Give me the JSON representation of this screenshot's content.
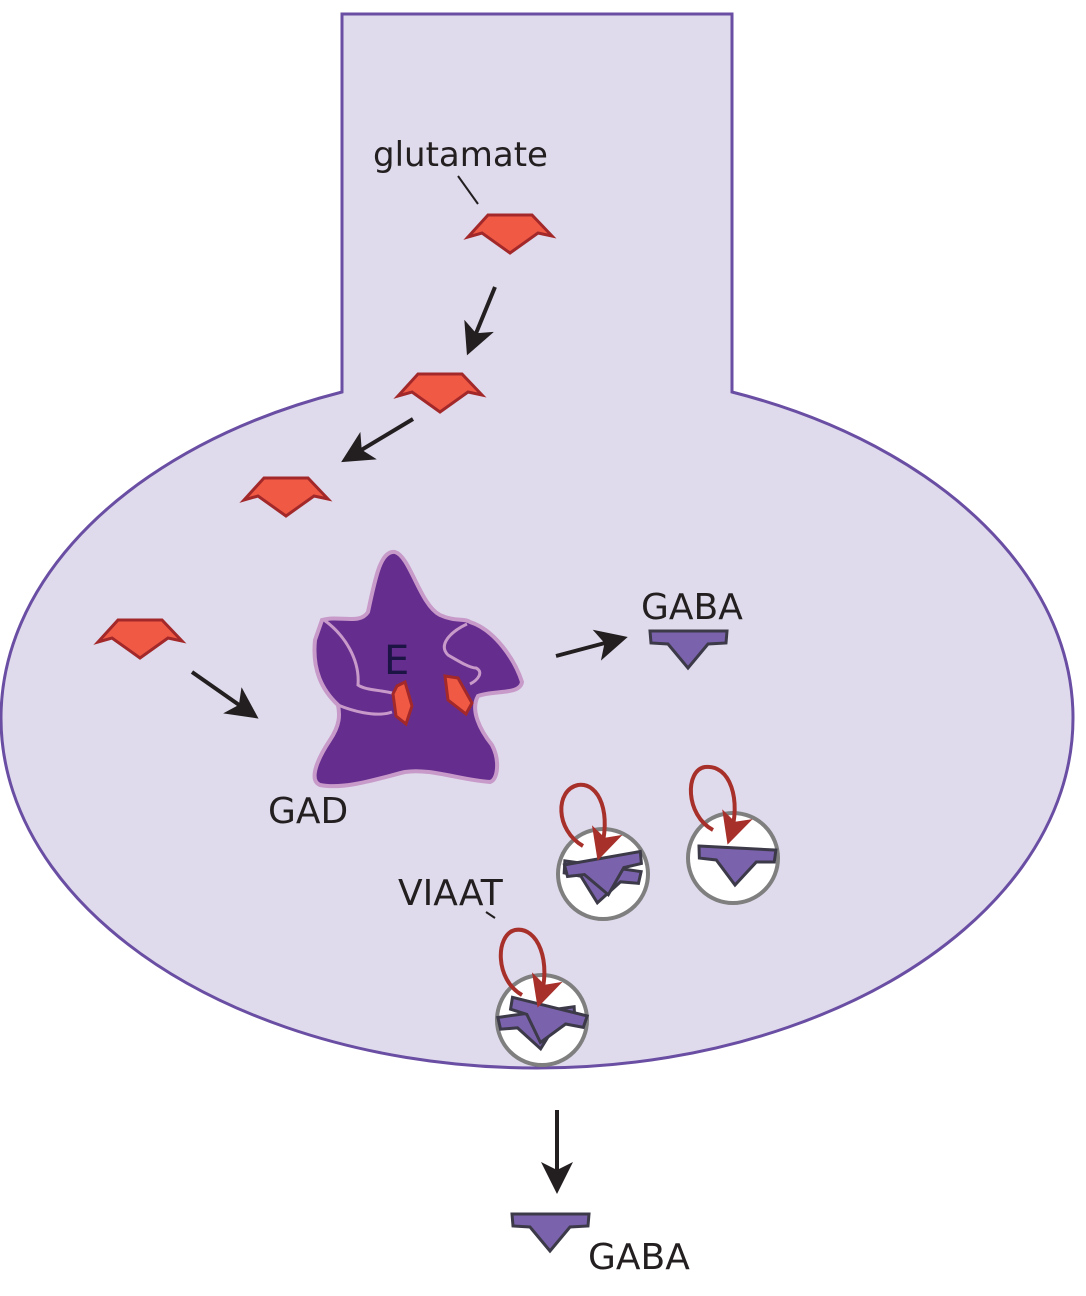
{
  "labels": {
    "glutamate": "glutamate",
    "enzyme_letter": "E",
    "gad": "GAD",
    "gaba_inside": "GABA",
    "viaat": "VIAAT",
    "gaba_released": "GABA"
  },
  "colors": {
    "cell_fill": "#dfdbec",
    "cell_stroke": "#6a4ea3",
    "glutamate_fill": "#f05a45",
    "glutamate_stroke": "#a3282a",
    "enzyme_fill": "#652d8e",
    "enzyme_stroke": "#c79ac9",
    "gaba_fill": "#7b62ad",
    "gaba_stroke": "#3c3a48",
    "vesicle_stroke": "#7f7f7f",
    "transport_arrow": "#a8302b",
    "arrow": "#231f20"
  }
}
